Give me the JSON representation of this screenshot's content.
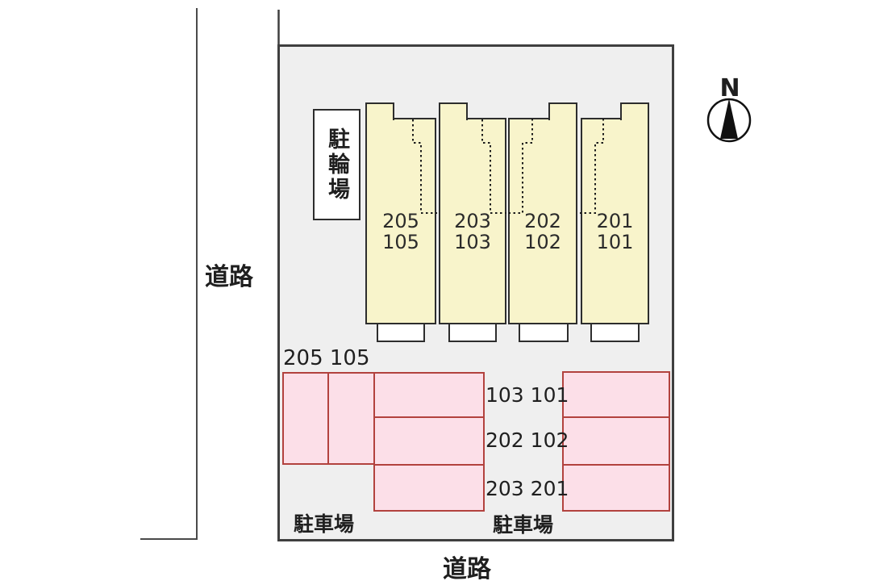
{
  "compass": {
    "label": "N"
  },
  "roads": {
    "left_label": "道路",
    "bottom_label": "道路"
  },
  "site": {
    "bicycle_parking_label": "駐輪場",
    "buildings": [
      {
        "unit_upper": "205",
        "unit_lower": "105"
      },
      {
        "unit_upper": "203",
        "unit_lower": "103"
      },
      {
        "unit_upper": "202",
        "unit_lower": "102"
      },
      {
        "unit_upper": "201",
        "unit_lower": "101"
      }
    ],
    "parking": {
      "left_group_header": "205 105",
      "row_labels": [
        "103 101",
        "202 102",
        "203 201"
      ],
      "lot_label_left": "駐車場",
      "lot_label_right": "駐車場"
    }
  },
  "colors": {
    "site_fill": "#efefef",
    "site_border": "#3f3f3f",
    "building_fill": "#f8f4cb",
    "building_border": "#2d2d2d",
    "parking_fill": "#fcdfe8",
    "parking_border": "#b2423e",
    "road_line": "#4a4a4a",
    "ink": "#1f1f1f"
  }
}
